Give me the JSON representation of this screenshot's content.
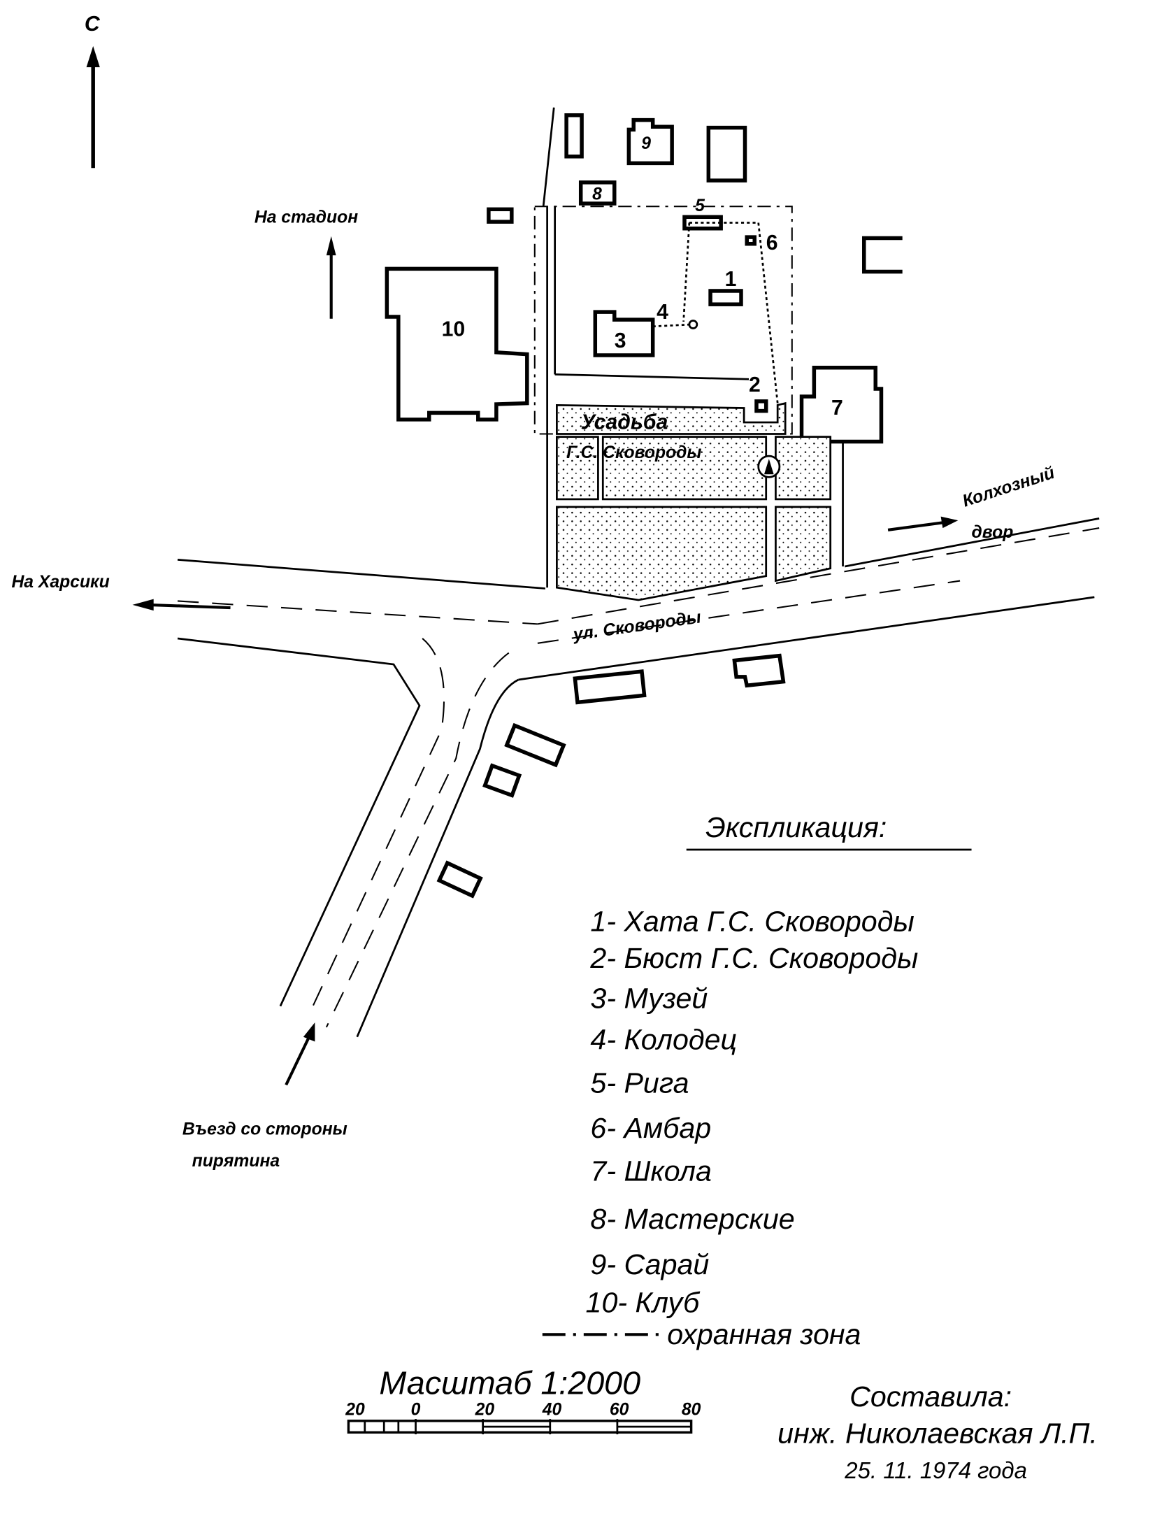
{
  "north_label": "С",
  "directions": {
    "stadium": "На стадион",
    "kharsiki": "На Харсики",
    "kolkhoz_line1": "Колхозный",
    "kolkhoz_line2": "двор",
    "entry_line1": "Въезд со стороны",
    "entry_line2": "пирятина"
  },
  "street_name": "ул. Сковороды",
  "estate_line1": "Усадьба",
  "estate_line2": "Г.С. Сковороды",
  "building_numbers": [
    "1",
    "2",
    "3",
    "4",
    "5",
    "6",
    "7",
    "8",
    "9",
    "10"
  ],
  "legend": {
    "title": "Экспликация:",
    "items": [
      "1- Хата  Г.С. Сковороды",
      "2- Бюст  Г.С. Сковороды",
      "3- Музей",
      "4- Колодец",
      "5- Рига",
      "6- Амбар",
      "7- Школа",
      "8- Мастерские",
      "9- Сарай",
      "10- Клуб"
    ],
    "zone": "охранная зона"
  },
  "scale": {
    "title": "Масштаб 1:2000",
    "ticks": [
      "20",
      "0",
      "20",
      "40",
      "60",
      "80"
    ]
  },
  "author": {
    "line1": "Составила:",
    "line2": "инж. Николаевская Л.П.",
    "date": "25. 11. 1974 года"
  }
}
